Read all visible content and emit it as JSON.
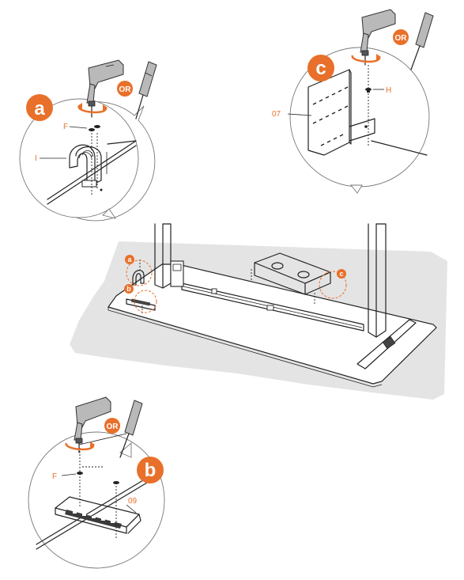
{
  "callouts": {
    "a": {
      "badge": "a",
      "or_label": "OR",
      "labels": {
        "f": "F",
        "i": "I"
      }
    },
    "c": {
      "badge": "c",
      "or_label": "OR",
      "labels": {
        "h": "H",
        "part": "07"
      }
    },
    "b": {
      "badge": "b",
      "or_label": "OR",
      "labels": {
        "f": "F",
        "part": "09"
      }
    }
  },
  "main": {
    "markers": [
      "a",
      "b",
      "c"
    ]
  },
  "colors": {
    "accent": "#e8702a",
    "mat": "#e4e4e4",
    "line": "#222222"
  },
  "icons": [
    "power-drill-icon",
    "screwdriver-icon",
    "rotation-arrow-icon",
    "screw-icon"
  ]
}
